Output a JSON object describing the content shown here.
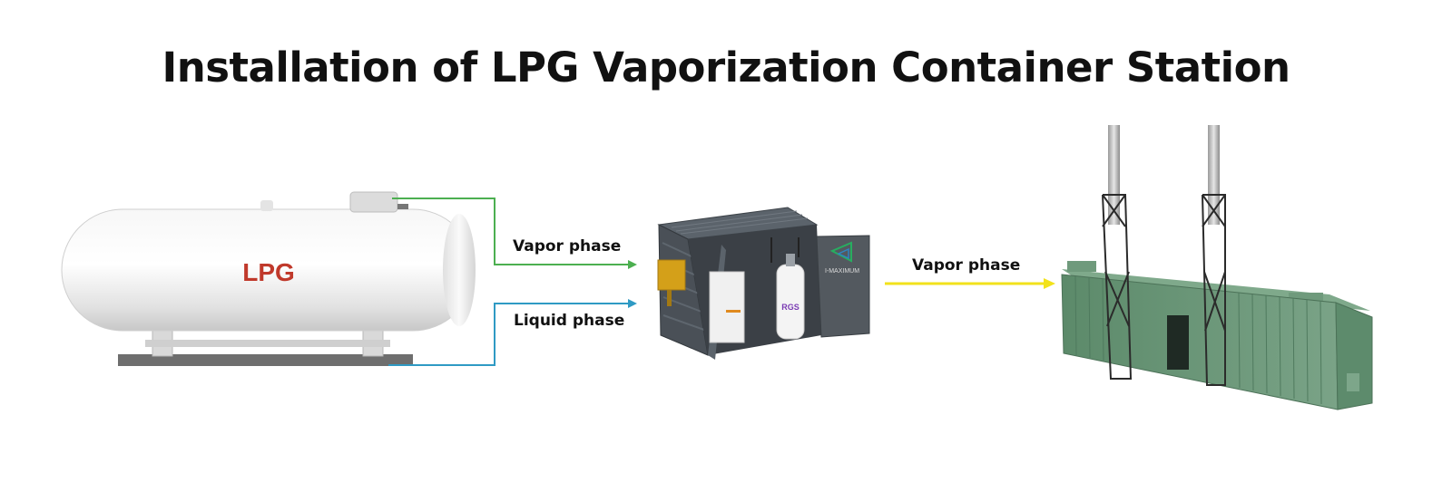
{
  "title": "Installation of LPG Vaporization Container Station",
  "tank": {
    "label": "LPG"
  },
  "vaporizer": {
    "brand": "I-MAXIMUM",
    "badge": "RGS"
  },
  "flows": {
    "vapor_in": "Vapor phase",
    "liquid_in": "Liquid phase",
    "vapor_out": "Vapor phase"
  },
  "colors": {
    "vapor_line": "#4caf50",
    "liquid_line": "#2f9ac4",
    "output_line": "#f2e21b",
    "tank_label": "#c0392b",
    "container": "#4a5057",
    "genset": "#5f8d6e"
  }
}
